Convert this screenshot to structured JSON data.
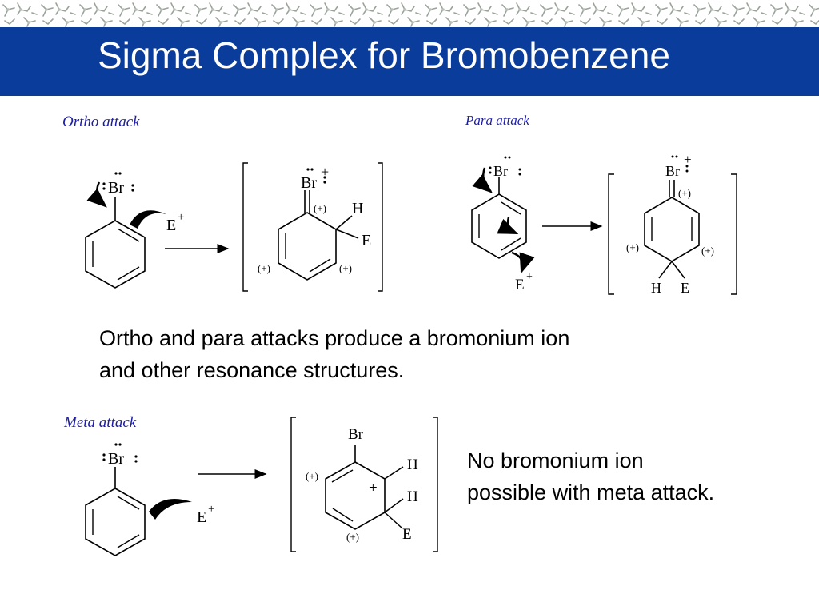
{
  "slide": {
    "title": "Sigma Complex for Bromobenzene",
    "header_pattern": "molecule-pattern",
    "colors": {
      "title_bar": "#0a3c9c",
      "title_text": "#ffffff",
      "attack_label": "#1c1ca8",
      "text": "#000000"
    }
  },
  "diagrams": {
    "ortho": {
      "label": "Ortho attack",
      "reactant": {
        "substituent": "Br",
        "electrophile": "E",
        "electrophile_charge": "+"
      },
      "product": {
        "substituent": "Br",
        "charge": "+",
        "groups": [
          "H",
          "E"
        ],
        "partial_charges": [
          "(+)",
          "(+)",
          "(+)"
        ]
      }
    },
    "para": {
      "label": "Para attack",
      "reactant": {
        "substituent": "Br",
        "electrophile": "E",
        "electrophile_charge": "+"
      },
      "product": {
        "substituent": "Br",
        "charge": "+",
        "groups": [
          "H",
          "E"
        ],
        "partial_charges": [
          "(+)",
          "(+)",
          "(+)"
        ]
      }
    },
    "meta": {
      "label": "Meta attack",
      "reactant": {
        "substituent": "Br",
        "electrophile": "E",
        "electrophile_charge": "+"
      },
      "product": {
        "substituent": "Br",
        "charge": "+",
        "groups": [
          "H",
          "H",
          "E"
        ],
        "partial_charges": [
          "(+)",
          "(+)"
        ]
      }
    }
  },
  "text": {
    "ortho_para_summary": "Ortho and para attacks produce a bromonium ion\nand other resonance structures.",
    "meta_summary": "No bromonium ion\npossible with meta attack."
  }
}
